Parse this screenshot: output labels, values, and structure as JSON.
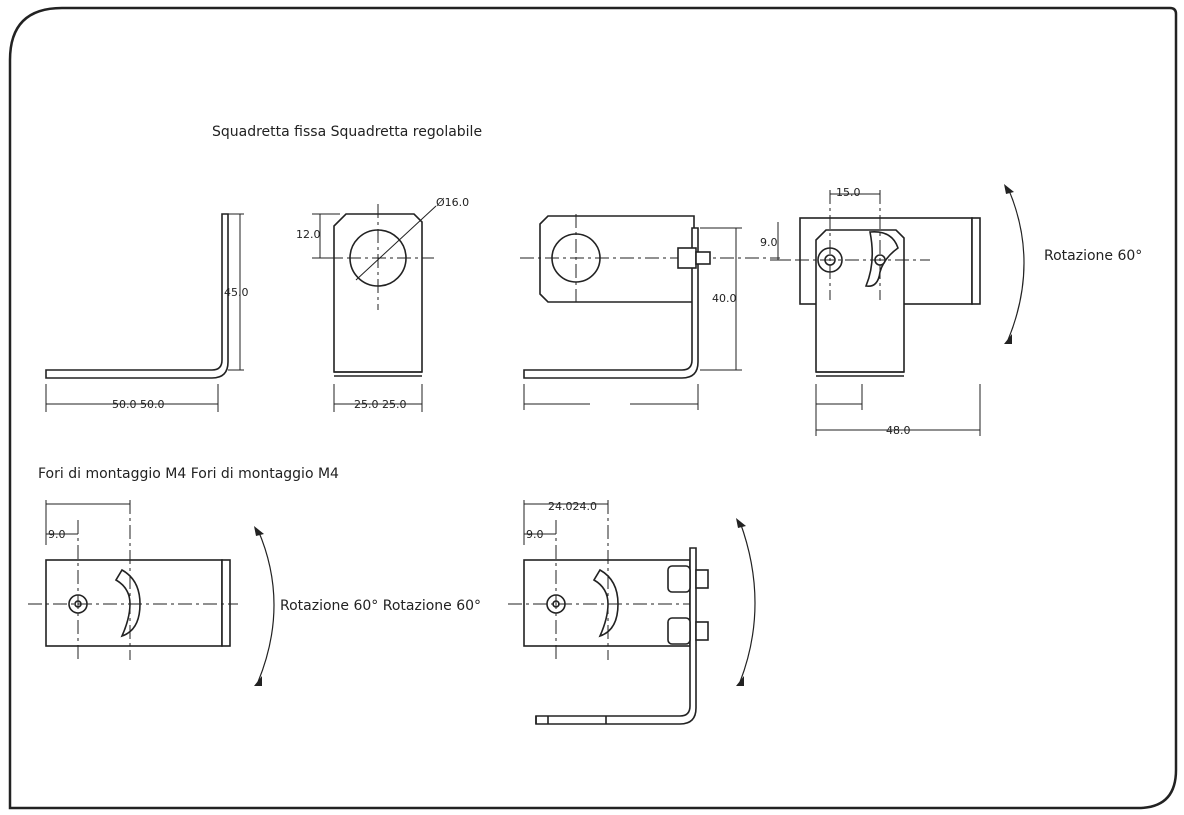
{
  "labels": {
    "title_top": "Squadretta fissa  Squadretta regolabile",
    "title_bottom": "Fori di montaggio M4 Fori di montaggio M4",
    "rotation_top": "Rotazione 60°",
    "rotation_bottom": "Rotazione 60° Rotazione 60°"
  },
  "dimensions": {
    "height_45": "45.0",
    "width_50": "50.0 50.0",
    "offset_12": "12.0",
    "hole_16": "Ø16.0",
    "width_25": "25.0 25.0",
    "height_40": "40.0",
    "offset_9_top": "9.0",
    "width_15": "15.0",
    "width_48": "48.0",
    "offset_9_left": "9.0",
    "offset_9_right": "9.0",
    "width_24": "24.024.0"
  }
}
